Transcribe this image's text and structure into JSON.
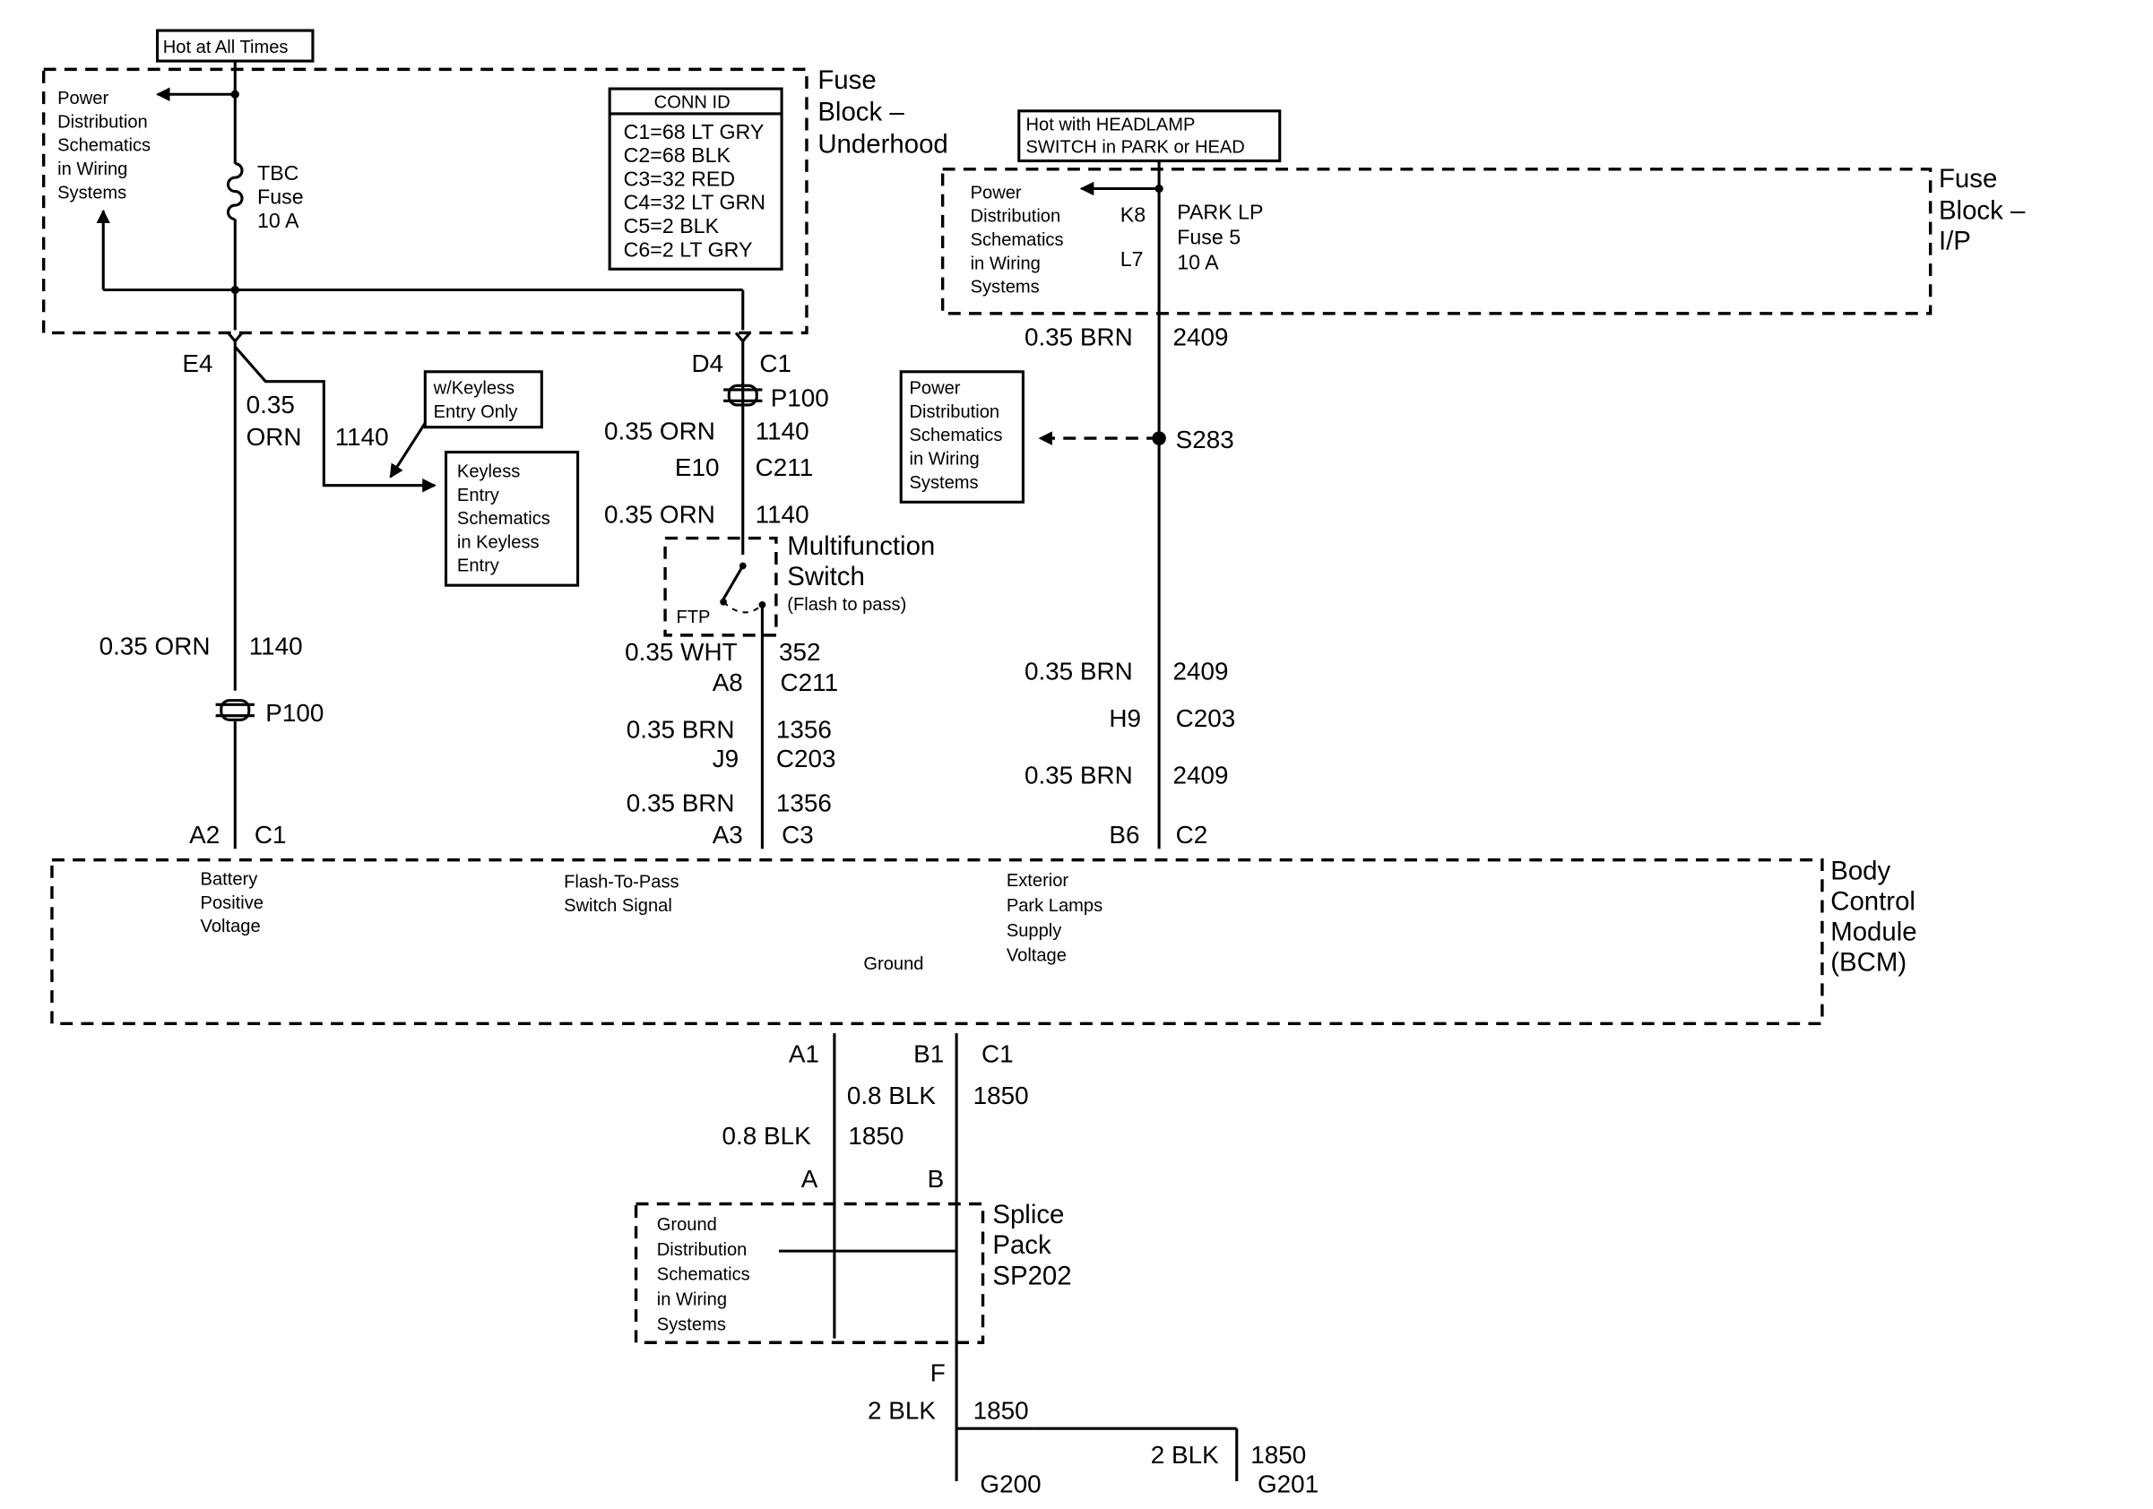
{
  "refs": {
    "pd1": "Power",
    "pd2": "Distribution",
    "pd3": "Schematics",
    "pd4": "in Wiring",
    "pd5": "Systems"
  },
  "fuse_underhood": {
    "hot_label": "Hot at All Times",
    "title1": "Fuse",
    "title2": "Block –",
    "title3": "Underhood",
    "tbc": "TBC",
    "fuse": "Fuse",
    "amps": "10 A"
  },
  "conn_id_underhood": {
    "header": "CONN ID",
    "rows": [
      "C1=68 LT GRY",
      "C2=68 BLK",
      "C3=32 RED",
      "C4=32 LT GRN",
      "C5=2 BLK",
      "C6=2 LT GRY"
    ]
  },
  "left": {
    "e4": "E4",
    "k_gauge": "0.35",
    "k_color": "ORN",
    "k_circuit": "1140",
    "kw1": "w/Keyless",
    "kw2": "Entry Only",
    "ke1": "Keyless",
    "ke2": "Entry",
    "ke3": "Schematics",
    "ke4": "in Keyless",
    "ke5": "Entry",
    "orn": "0.35 ORN",
    "circuit": "1140",
    "p100": "P100",
    "a2": "A2",
    "c1": "C1"
  },
  "mid": {
    "d4": "D4",
    "c1": "C1",
    "p100": "P100",
    "orn1": "0.35 ORN",
    "n1140a": "1140",
    "e10": "E10",
    "c211": "C211",
    "orn2": "0.35 ORN",
    "n1140b": "1140",
    "ftp": "FTP",
    "mfs1": "Multifunction",
    "mfs2": "Switch",
    "mfs3": "(Flash to pass)",
    "wht": "0.35 WHT",
    "n352": "352",
    "a8": "A8",
    "c211b": "C211",
    "brn1": "0.35 BRN",
    "n1356a": "1356",
    "j9": "J9",
    "c203": "C203",
    "brn2": "0.35 BRN",
    "n1356b": "1356",
    "a3": "A3",
    "c3": "C3"
  },
  "park": {
    "hot1": "Hot with HEADLAMP",
    "hot2": "SWITCH in PARK or HEAD",
    "k8": "K8",
    "l7": "L7",
    "p1": "PARK LP",
    "p2": "Fuse 5",
    "p3": "10 A",
    "brn": "0.35 BRN",
    "n2409": "2409",
    "s283": "S283",
    "h9": "H9",
    "c203": "C203",
    "b6": "B6",
    "c2": "C2"
  },
  "ip": {
    "t1": "Fuse",
    "t2": "Block –",
    "t3": "I/P"
  },
  "bcm": {
    "t1": "Body",
    "t2": "Control",
    "t3": "Module",
    "t4": "(BCM)",
    "bat1": "Battery",
    "bat2": "Positive",
    "bat3": "Voltage",
    "ftp1": "Flash-To-Pass",
    "ftp2": "Switch Signal",
    "ext1": "Exterior",
    "ext2": "Park Lamps",
    "ext3": "Supply",
    "ext4": "Voltage",
    "gnd": "Ground"
  },
  "gnd": {
    "a1": "A1",
    "b1": "B1",
    "c1": "C1",
    "blk08": "0.8 BLK",
    "n1850": "1850",
    "a": "A",
    "b": "B",
    "sp1": "Splice",
    "sp2": "Pack",
    "sp3": "SP202",
    "g1": "Ground",
    "g2": "Distribution",
    "g3": "Schematics",
    "g4": "in Wiring",
    "g5": "Systems",
    "f": "F",
    "blk2": "2 BLK",
    "g200": "G200",
    "g201": "G201"
  }
}
